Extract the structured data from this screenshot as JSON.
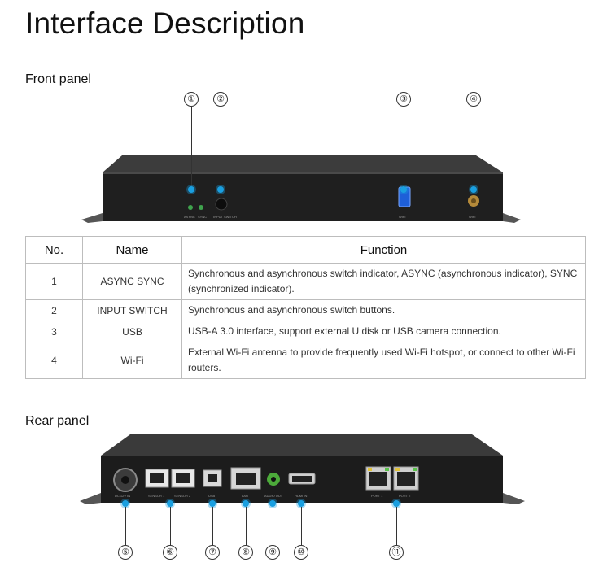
{
  "title": "Interface Description",
  "front_panel": {
    "heading": "Front panel",
    "callouts": [
      "①",
      "②",
      "③",
      "④"
    ],
    "device_labels": [
      "ASYNC",
      "SYNC",
      "INPUT SWITCH",
      "WIFI",
      "WIFI"
    ]
  },
  "table": {
    "headers": [
      "No.",
      "Name",
      "Function"
    ],
    "rows": [
      {
        "no": "1",
        "name": "ASYNC SYNC",
        "function": "Synchronous and asynchronous switch indicator, ASYNC (asynchronous indicator), SYNC (synchronized indicator)."
      },
      {
        "no": "2",
        "name": "INPUT SWITCH",
        "function": "Synchronous and asynchronous switch buttons."
      },
      {
        "no": "3",
        "name": "USB",
        "function": "USB-A 3.0 interface, support external U disk or USB camera connection."
      },
      {
        "no": "4",
        "name": "Wi-Fi",
        "function": "External Wi-Fi antenna to provide frequently used Wi-Fi hotspot, or connect to other Wi-Fi routers."
      }
    ]
  },
  "rear_panel": {
    "heading": "Rear panel",
    "callouts": [
      "⑤",
      "⑥",
      "⑦",
      "⑧",
      "⑨",
      "⑩",
      "⑪"
    ],
    "port_labels": [
      "DC 12V IN",
      "SENSOR 1",
      "SENSOR 2",
      "USB",
      "LAN",
      "AUDIO OUT",
      "HDMI IN",
      "PORT 1",
      "PORT 2"
    ]
  },
  "colors": {
    "accent_dot": "#1a9fe0",
    "device_body": "#2b2b2b",
    "table_border": "#bdbdbd"
  }
}
